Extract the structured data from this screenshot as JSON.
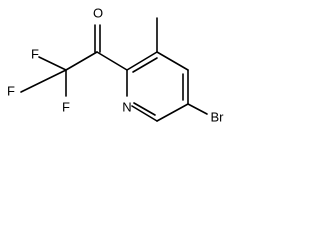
{
  "molecule": {
    "atoms": {
      "oxygen": "O",
      "fluorine_top": "F",
      "fluorine_left": "F",
      "fluorine_bottom": "F",
      "nitrogen": "N",
      "bromine": "Br"
    }
  }
}
